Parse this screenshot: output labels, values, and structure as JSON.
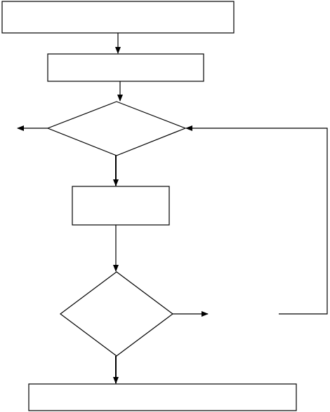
{
  "diagram": {
    "type": "flowchart",
    "nodes": [
      {
        "id": "start-box",
        "shape": "rectangle",
        "label": ""
      },
      {
        "id": "process-box-1",
        "shape": "rectangle",
        "label": ""
      },
      {
        "id": "decision-1",
        "shape": "diamond",
        "label": ""
      },
      {
        "id": "process-box-2",
        "shape": "rectangle",
        "label": ""
      },
      {
        "id": "decision-2",
        "shape": "diamond",
        "label": ""
      },
      {
        "id": "end-box",
        "shape": "rectangle",
        "label": ""
      }
    ],
    "edges": [
      {
        "from": "start-box",
        "to": "process-box-1",
        "label": ""
      },
      {
        "from": "process-box-1",
        "to": "decision-1",
        "label": ""
      },
      {
        "from": "decision-1",
        "to": "exit-left",
        "label": ""
      },
      {
        "from": "decision-1",
        "to": "process-box-2",
        "label": ""
      },
      {
        "from": "process-box-2",
        "to": "decision-2",
        "label": ""
      },
      {
        "from": "decision-2",
        "to": "decision-1",
        "label": "",
        "kind": "loop-back"
      },
      {
        "from": "decision-2",
        "to": "end-box",
        "label": ""
      }
    ],
    "colors": {
      "stroke": "#000000",
      "fill": "#ffffff",
      "background": "#ffffff"
    }
  }
}
